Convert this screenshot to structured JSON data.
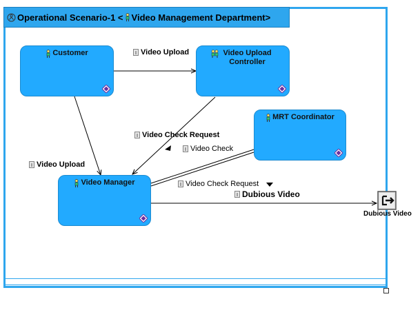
{
  "diagram": {
    "title": "Operational Scenario-1 <",
    "title_context": "Video Management Department>",
    "colors": {
      "frame": "#2ea6ee",
      "node_fill": "#22aaff",
      "node_border": "#1b8ad0"
    },
    "icons": [
      "scenario-icon",
      "person-icon",
      "controller-icon",
      "decomposition-diamond-icon",
      "message-icon",
      "boundary-exit-icon",
      "resize-handle-icon"
    ],
    "nodes": {
      "customer": "Customer",
      "upload_controller": "Video Upload Controller",
      "mrt_coordinator": "MRT Coordinator",
      "video_manager": "Video Manager"
    },
    "edges": {
      "customer_to_controller": "Video Upload",
      "customer_to_manager": "Video Upload",
      "controller_to_manager": "Video Check Request",
      "manager_to_mrt": "Video Check",
      "mrt_to_manager": "Video Check Request",
      "manager_to_boundary": "Dubious Video"
    },
    "boundary": {
      "label": "Dubious Video"
    }
  }
}
